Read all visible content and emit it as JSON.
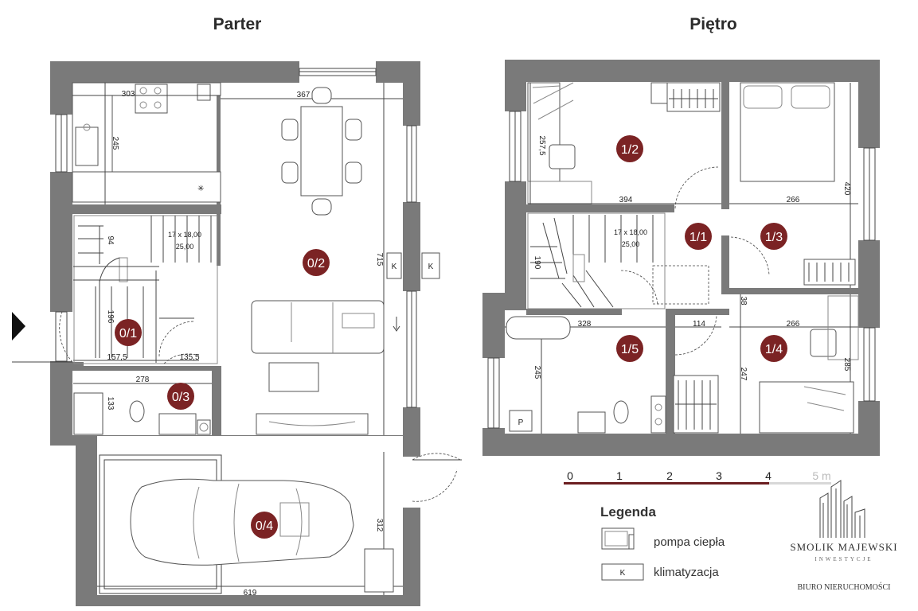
{
  "titles": {
    "ground": "Parter",
    "upper": "Piętro"
  },
  "rooms": {
    "r02": "0/2",
    "r01": "0/1",
    "r03": "0/3",
    "r04": "0/4",
    "r12": "1/2",
    "r11": "1/1",
    "r13": "1/3",
    "r15": "1/5",
    "r14": "1/4"
  },
  "dimensions": {
    "ground": {
      "kitchen_width": "303",
      "living_width": "367",
      "kitchen_depth": "245",
      "stairs_steps": "17 x 18,00",
      "stairs_depth": "25,00",
      "stairs_run": "94",
      "hall_run": "196",
      "hall_width": "157,5",
      "hall_width2": "135,5",
      "bath_width": "278",
      "bath_depth": "133",
      "living_depth": "715",
      "garage_depth": "312",
      "garage_width": "619"
    },
    "upper": {
      "room12_width": "394",
      "room12_depth": "257,5",
      "room13_width": "266",
      "room13_depth": "420",
      "stairs_steps": "17 x 18,00",
      "stairs_depth": "25,00",
      "stairs_run": "190",
      "landing": "38",
      "bath_width": "328",
      "hall_width": "114",
      "room14_width": "266",
      "bath_depth": "245",
      "room14_depth": "247",
      "room14_depth2": "285"
    }
  },
  "scale": {
    "ticks": [
      "0",
      "1",
      "2",
      "3",
      "4"
    ],
    "end_label": "5 m"
  },
  "legend": {
    "title": "Legenda",
    "items": [
      {
        "icon": "heat-pump-symbol",
        "label": "pompa ciepła"
      },
      {
        "icon": "k-box-symbol",
        "symbol": "K",
        "label": "klimatyzacja"
      }
    ]
  },
  "symbols": {
    "ac_mark": "K",
    "shower_mark": "P"
  },
  "brand": {
    "name": "SMOLIK MAJEWSKI",
    "sub": "INWESTYCJE",
    "office": "BIURO NIERUCHOMOŚCI"
  },
  "colors": {
    "wall": "#7a7a7a",
    "badge": "#7b2324",
    "scale_bar": "#6b1e20"
  }
}
